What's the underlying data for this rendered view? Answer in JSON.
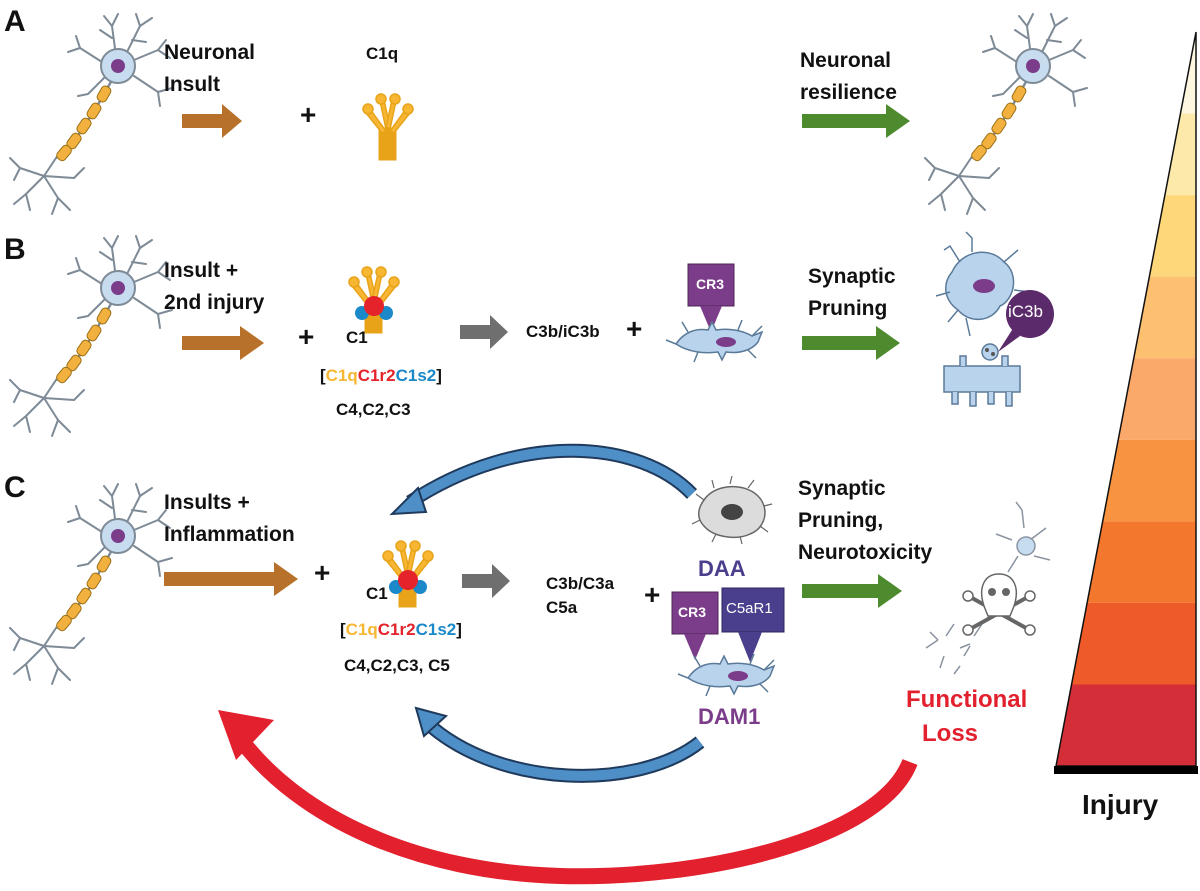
{
  "panels": {
    "a": "A",
    "b": "B",
    "c": "C"
  },
  "row_a": {
    "insult": [
      "Neuronal",
      "Insult"
    ],
    "c1q": "C1q",
    "outcome": [
      "Neuronal",
      "resilience"
    ]
  },
  "row_b": {
    "insult": [
      "Insult  +",
      "2nd injury"
    ],
    "c1": "C1",
    "complex": {
      "open": "[",
      "c1q": "C1q",
      "c1r2": "C1r2",
      "c1s2": "C1s2",
      "close": "]"
    },
    "components": "C4,C2,C3",
    "product": "C3b/iC3b",
    "receptor": "CR3",
    "outcome": [
      "Synaptic",
      "Pruning"
    ],
    "tag": "iC3b"
  },
  "row_c": {
    "insult": [
      "Insults +",
      "Inflammation"
    ],
    "c1": "C1",
    "complex": {
      "open": "[",
      "c1q": "C1q",
      "c1r2": "C1r2",
      "c1s2": "C1s2",
      "close": "]"
    },
    "components": "C4,C2,C3, C5",
    "product": [
      "C3b/C3a",
      "C5a"
    ],
    "daa": "DAA",
    "receptor_1": "CR3",
    "receptor_2": "C5aR1",
    "dam": "DAM1",
    "outcome": [
      "Synaptic",
      "Pruning,",
      "Neurotoxicity"
    ],
    "loss": [
      "Functional",
      "Loss"
    ]
  },
  "injury_label": "Injury",
  "colors": {
    "insult_arrow": "#b7712a",
    "outcome_arrow": "#4e8a2e",
    "process_arrow": "#6f6f6f",
    "feedback_arrow": "#4f8fc7",
    "loss_arrow": "#e2202e",
    "c1q": "#f7b733",
    "c1r": "#e4232b",
    "c1s": "#1a88c9",
    "receptor": "#7b3c8a",
    "receptor_2": "#4a3f8c",
    "microglia": "#b9d3ec",
    "myelin": "#f2b13e",
    "functional_loss": "#e2202e"
  },
  "gradient_colors": [
    "#fff7e0",
    "#fde9a9",
    "#fdd77a",
    "#fcc070",
    "#fba96a",
    "#f89440",
    "#f3782d",
    "#ee5a28",
    "#d42f38"
  ]
}
